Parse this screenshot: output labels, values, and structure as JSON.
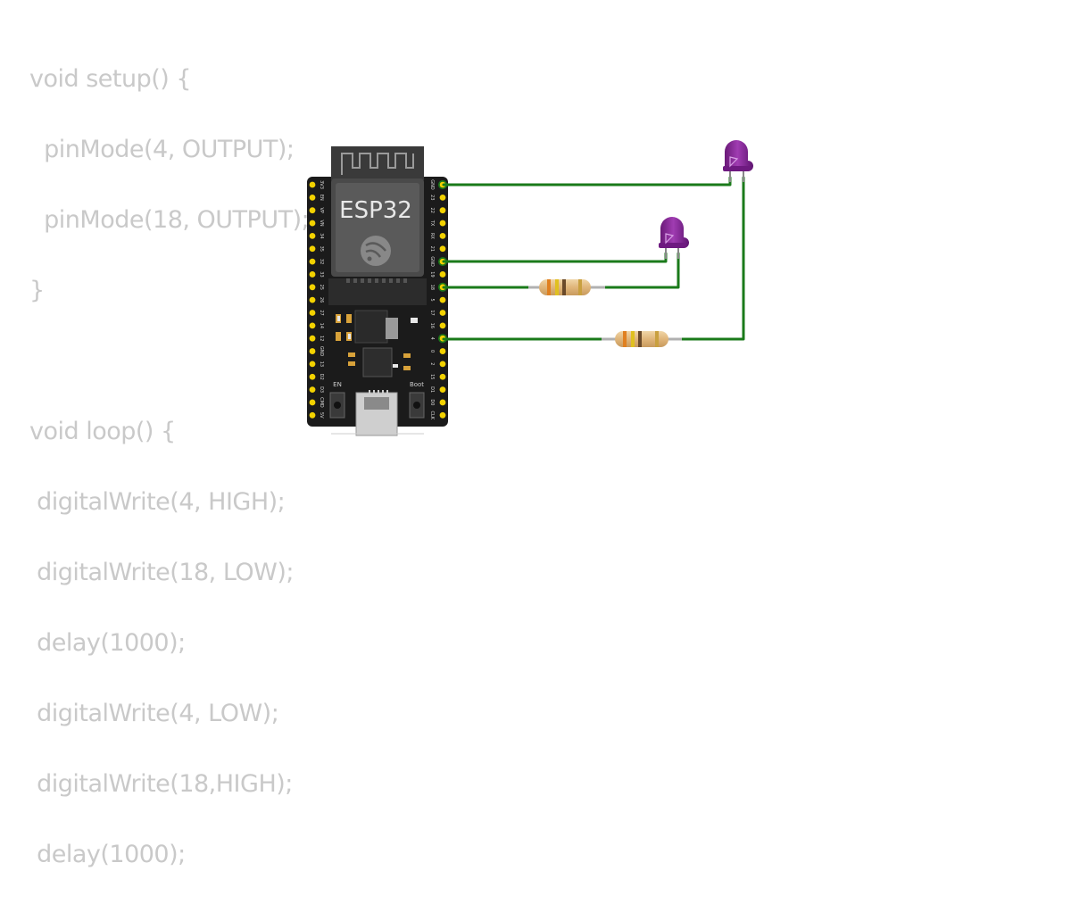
{
  "code": {
    "lines": [
      "void setup() {",
      "  pinMode(4, OUTPUT);",
      "  pinMode(18, OUTPUT);",
      "}",
      "",
      "void loop() {",
      " digitalWrite(4, HIGH);",
      " digitalWrite(18, LOW);",
      " delay(1000);",
      " digitalWrite(4, LOW);",
      " digitalWrite(18,HIGH);",
      " delay(1000);"
    ]
  },
  "board": {
    "label": "ESP32",
    "button_en": "EN",
    "button_boot": "Boot",
    "left_pins": [
      "3V3",
      "EN",
      "VP",
      "VN",
      "34",
      "35",
      "32",
      "33",
      "25",
      "26",
      "27",
      "14",
      "12",
      "GND",
      "13",
      "D2",
      "D3",
      "CMD",
      "5V"
    ],
    "right_pins": [
      "GND",
      "23",
      "22",
      "TX",
      "RX",
      "21",
      "GND",
      "19",
      "18",
      "5",
      "17",
      "16",
      "4",
      "0",
      "2",
      "15",
      "D1",
      "D0",
      "CLK"
    ]
  },
  "colors": {
    "wire": "#1a7a1a",
    "led": "#8e2a9e",
    "board": "#1b1b1b",
    "pin": "#f3d200",
    "code_text": "#c9c9c9"
  }
}
